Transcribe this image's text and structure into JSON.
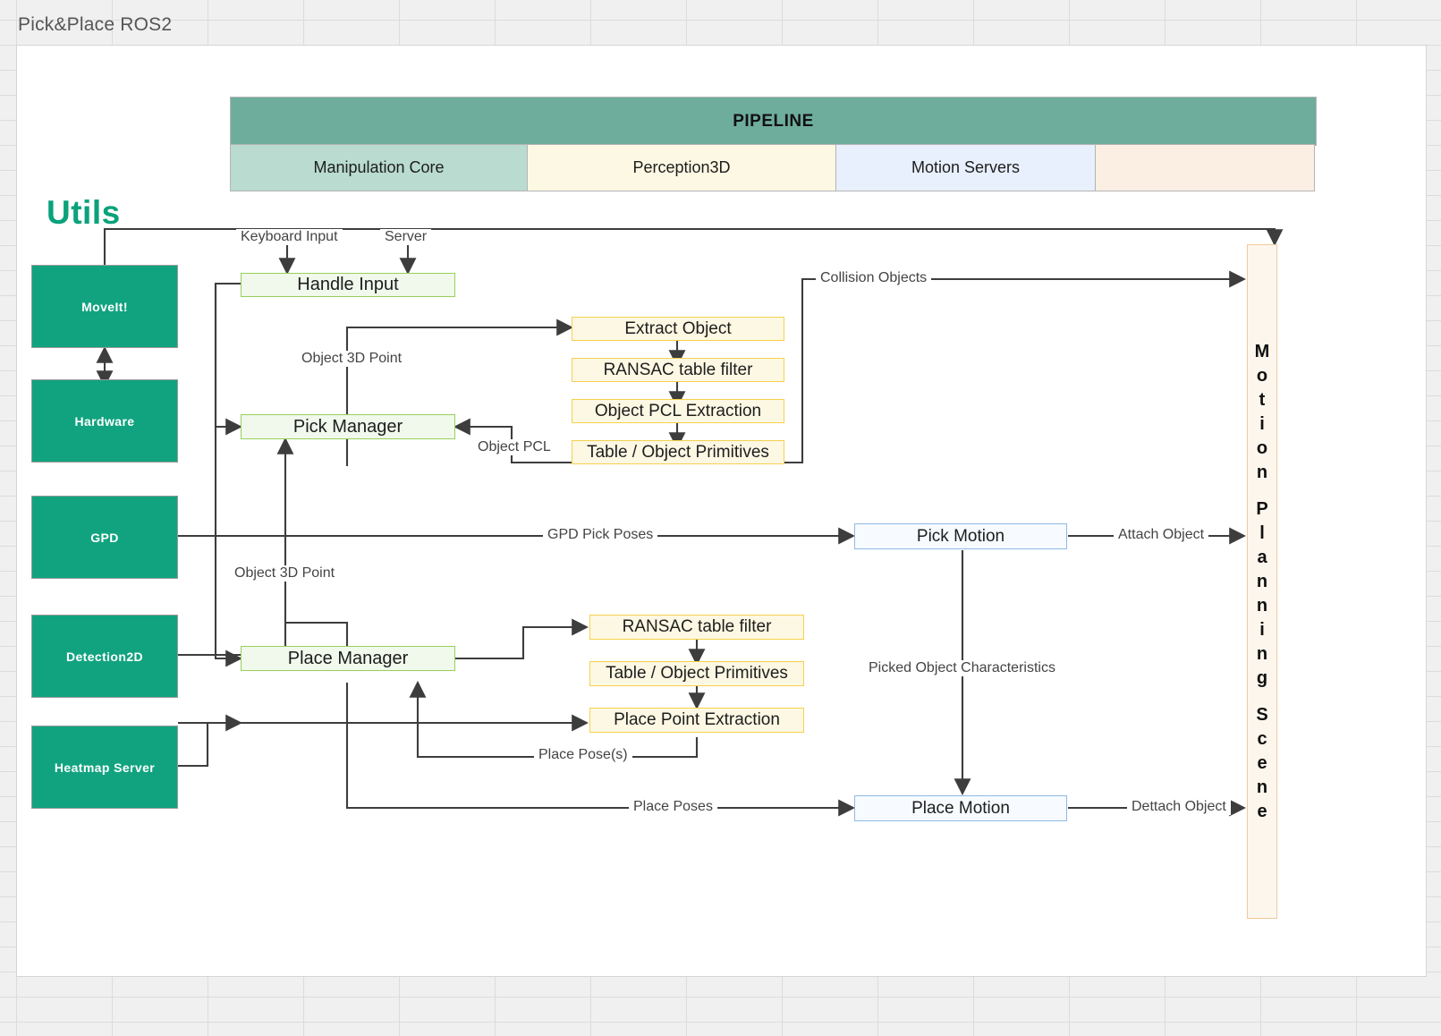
{
  "document": {
    "title": "Pick&Place ROS2"
  },
  "header": {
    "pipeline_label": "PIPELINE",
    "lanes": [
      {
        "label": "Manipulation Core",
        "color": "#b9dbd0"
      },
      {
        "label": "Perception3D",
        "color": "#fdf8e3"
      },
      {
        "label": "Motion Servers",
        "color": "#e8f0fd"
      },
      {
        "label": "",
        "color": "#fbeee2"
      }
    ],
    "pipeline_color": "#6ead9c"
  },
  "utils": {
    "title": "Utils",
    "title_color": "#0aa27b",
    "nodes": [
      {
        "label": "MoveIt!"
      },
      {
        "label": "Hardware"
      },
      {
        "label": "GPD"
      },
      {
        "label": "Detection2D"
      },
      {
        "label": "Heatmap Server"
      }
    ]
  },
  "manipulation_core": {
    "nodes": [
      {
        "label": "Handle Input"
      },
      {
        "label": "Pick Manager"
      },
      {
        "label": "Place Manager"
      }
    ]
  },
  "perception3d": {
    "pick_chain": [
      {
        "label": "Extract Object"
      },
      {
        "label": "RANSAC table filter"
      },
      {
        "label": "Object PCL Extraction"
      },
      {
        "label": "Table / Object Primitives"
      }
    ],
    "place_chain": [
      {
        "label": "RANSAC table filter"
      },
      {
        "label": "Table / Object Primitives"
      },
      {
        "label": "Place Point Extraction"
      }
    ]
  },
  "motion_servers": {
    "nodes": [
      {
        "label": "Pick Motion"
      },
      {
        "label": "Place Motion"
      }
    ]
  },
  "planning_scene": {
    "label": "Motion Planning Scene"
  },
  "edge_labels": {
    "keyboard_input": "Keyboard Input",
    "server": "Server",
    "object_3d_point_top": "Object 3D Point",
    "object_3d_point_bottom": "Object 3D Point",
    "object_pcl": "Object PCL",
    "collision_objects": "Collision Objects",
    "gpd_pick_poses": "GPD Pick Poses",
    "attach_object": "Attach Object",
    "picked_object_characteristics": "Picked Object Characteristics",
    "place_poses_inner": "Place Pose(s)",
    "place_poses": "Place Poses",
    "dettach_object": "Dettach Object"
  }
}
